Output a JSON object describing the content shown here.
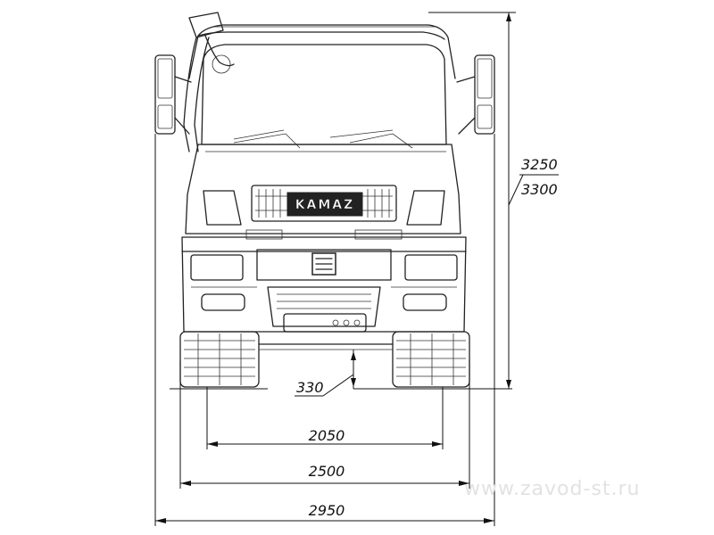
{
  "truck": {
    "brand_logo": "KAMAZ"
  },
  "dimensions": {
    "height_1": "3250",
    "height_2": "3300",
    "ground_clearance": "330",
    "track": "2050",
    "width_body": "2500",
    "width_overall": "2950"
  },
  "watermark": "www.zavod-st.ru"
}
